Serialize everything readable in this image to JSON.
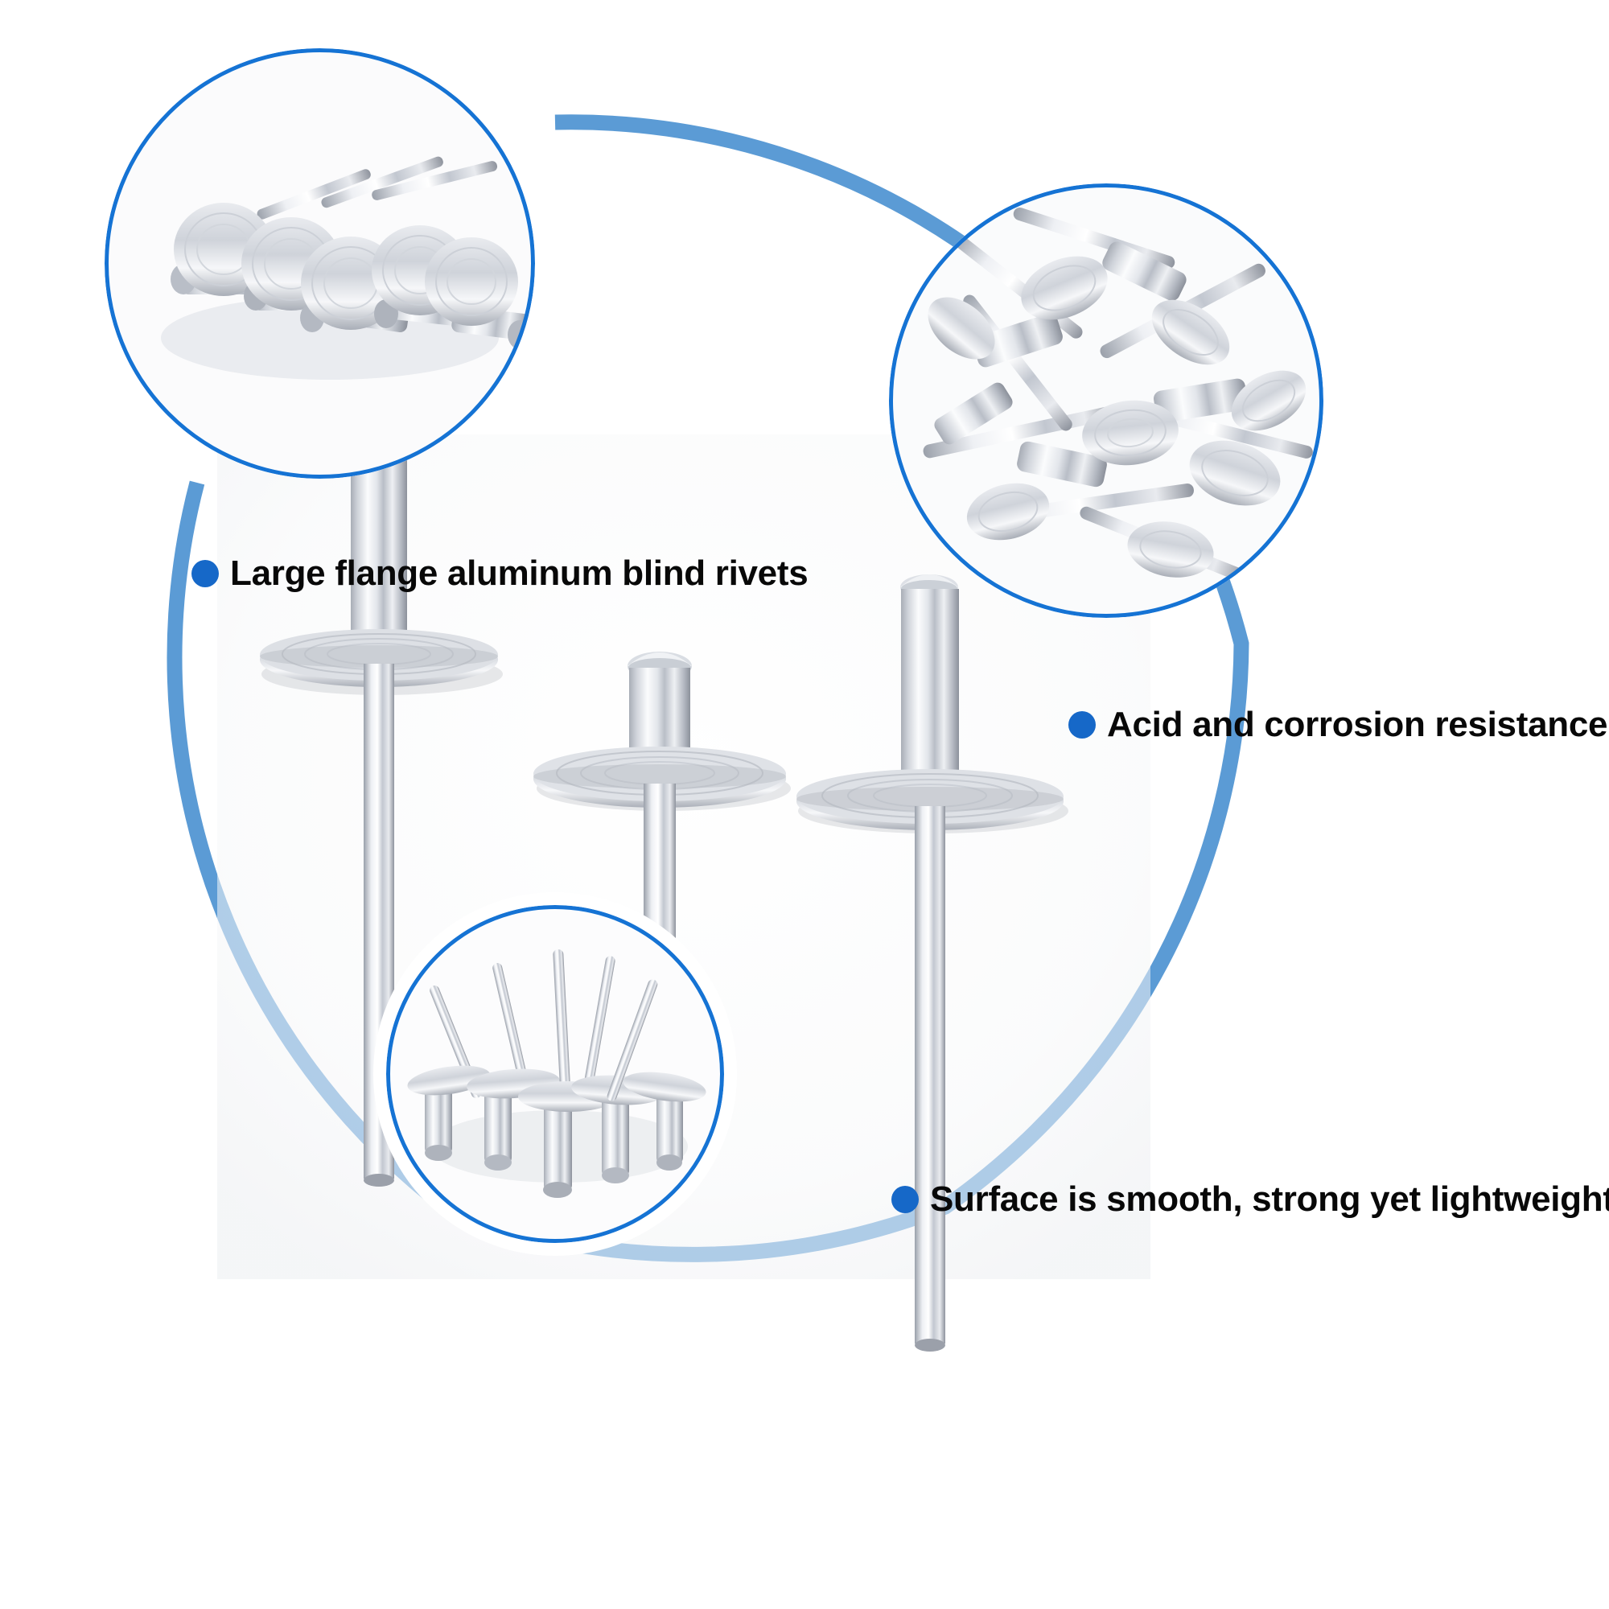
{
  "page": {
    "type": "product-infographic",
    "product": "Large flange aluminum blind rivets",
    "background_color": "#ffffff"
  },
  "colors": {
    "outer_arc": "#5b9bd5",
    "inset_border": "#1573d4",
    "bullet_dot": "#1668c8",
    "text": "#080808",
    "metal_light": "#f2f3f5",
    "metal_mid": "#c6c9d0",
    "metal_dark": "#8f949d"
  },
  "features": [
    {
      "id": "feature-large-flange",
      "dot_icon": "bullet-dot-icon",
      "label": "Large flange aluminum blind rivets"
    },
    {
      "id": "feature-acid-corrosion",
      "dot_icon": "bullet-dot-icon",
      "label": "Acid and corrosion resistance"
    },
    {
      "id": "feature-surface-smooth",
      "dot_icon": "bullet-dot-icon",
      "label": "Surface is smooth, strong yet lightweight"
    }
  ],
  "insets": [
    {
      "id": "inset-top-left",
      "caption": "Five large-flange rivets lying flat, flanges facing camera",
      "rivet_count": 5
    },
    {
      "id": "inset-top-right",
      "caption": "Scattered pile of aluminum blind rivets",
      "rivet_count": 12
    },
    {
      "id": "inset-bottom-center",
      "caption": "Five rivets fanned out with mandrels pointing up",
      "rivet_count": 5
    }
  ],
  "main_rivets": [
    {
      "id": "main-rivet-left",
      "position": "left",
      "size": "tall"
    },
    {
      "id": "main-rivet-center",
      "position": "center",
      "size": "short"
    },
    {
      "id": "main-rivet-right",
      "position": "right",
      "size": "tall"
    }
  ]
}
